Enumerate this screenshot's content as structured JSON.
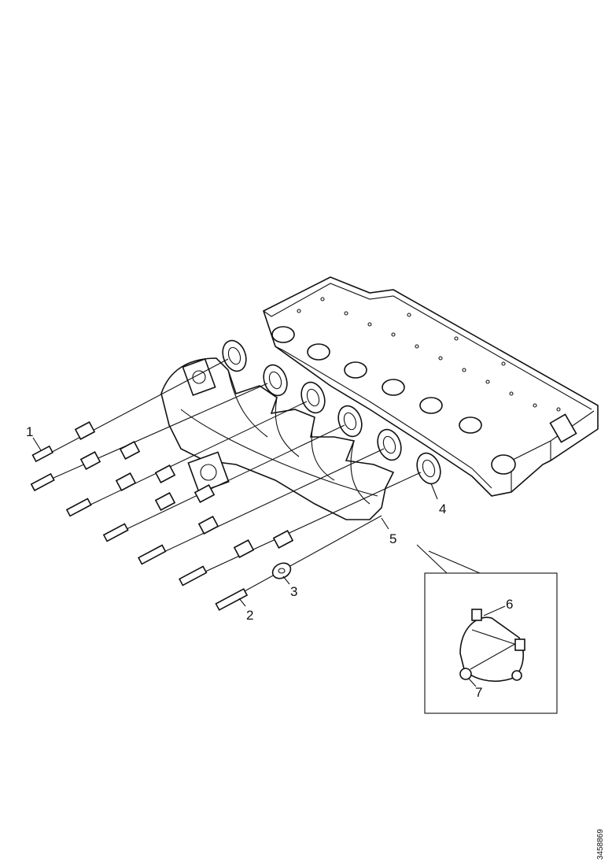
{
  "document_id": "3458869",
  "callouts": [
    {
      "label": "1",
      "part": "flange-bolt"
    },
    {
      "label": "2",
      "part": "stud"
    },
    {
      "label": "3",
      "part": "washer"
    },
    {
      "label": "4",
      "part": "gasket"
    },
    {
      "label": "5",
      "part": "exhaust-manifold"
    },
    {
      "label": "6",
      "part": "detail-stud"
    },
    {
      "label": "7",
      "part": "detail-nut"
    }
  ]
}
